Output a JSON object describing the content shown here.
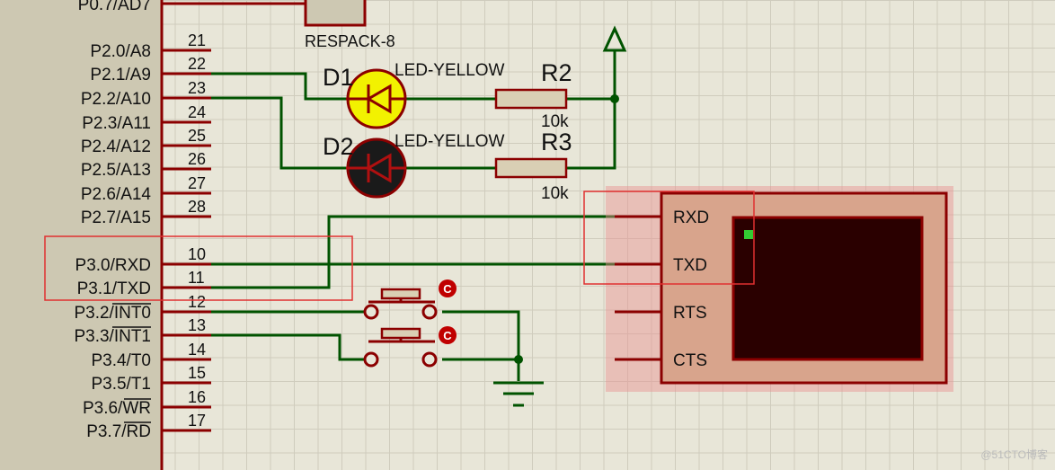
{
  "mcu": {
    "top_pin_label": "P0.7/AD7",
    "pins_p2": [
      {
        "label": "P2.0/A8",
        "num": "21"
      },
      {
        "label": "P2.1/A9",
        "num": "22"
      },
      {
        "label": "P2.2/A10",
        "num": "23"
      },
      {
        "label": "P2.3/A11",
        "num": "24"
      },
      {
        "label": "P2.4/A12",
        "num": "25"
      },
      {
        "label": "P2.5/A13",
        "num": "26"
      },
      {
        "label": "P2.6/A14",
        "num": "27"
      },
      {
        "label": "P2.7/A15",
        "num": "28"
      }
    ],
    "pins_p3": [
      {
        "label": "P3.0/RXD",
        "num": "10"
      },
      {
        "label": "P3.1/TXD",
        "num": "11"
      },
      {
        "label": "P3.2/INT0",
        "num": "12"
      },
      {
        "label": "P3.3/INT1",
        "num": "13"
      },
      {
        "label": "P3.4/T0",
        "num": "14"
      },
      {
        "label": "P3.5/T1",
        "num": "15"
      },
      {
        "label": "P3.6/WR",
        "num": "16"
      },
      {
        "label": "P3.7/RD",
        "num": "17"
      }
    ]
  },
  "respack": {
    "label": "RESPACK-8"
  },
  "leds": [
    {
      "ref": "D1",
      "value": "LED-YELLOW",
      "state": "on",
      "color": "#f2f200"
    },
    {
      "ref": "D2",
      "value": "LED-YELLOW",
      "state": "off",
      "color": "#1a1a1a"
    }
  ],
  "resistors": [
    {
      "ref": "R2",
      "value": "10k"
    },
    {
      "ref": "R3",
      "value": "10k"
    }
  ],
  "buttons": [
    {
      "name": "button-int0",
      "tag": "C"
    },
    {
      "name": "button-int1",
      "tag": "C"
    }
  ],
  "terminal": {
    "pins": [
      "RXD",
      "TXD",
      "RTS",
      "CTS"
    ]
  },
  "watermark": "@51CTO博客",
  "colors": {
    "wire": "#005300",
    "component": "#8b0000",
    "highlight": "#e03030",
    "background": "#e8e6d8",
    "grid": "#cfccbd",
    "terminal_screen": "#2a0000",
    "terminal_body": "#d8a48c"
  }
}
